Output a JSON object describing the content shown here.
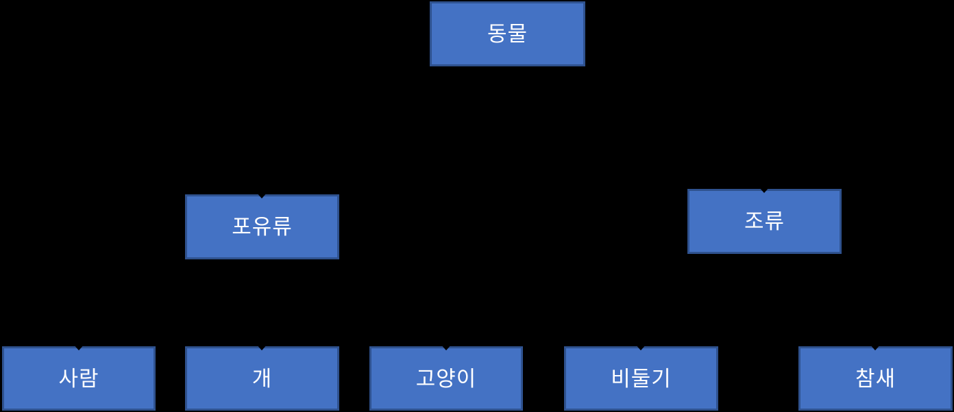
{
  "diagram": {
    "type": "hierarchy-tree",
    "background_color": "#000000",
    "colors": {
      "node_fill": "#4472C4",
      "node_border": "#2F528F",
      "node_text": "#FFFFFF",
      "connector": "#000000"
    },
    "nodes": [
      {
        "id": "animal",
        "label": "동물",
        "level": 1,
        "parent": null
      },
      {
        "id": "mammal",
        "label": "포유류",
        "level": 2,
        "parent": "animal"
      },
      {
        "id": "bird",
        "label": "조류",
        "level": 2,
        "parent": "animal"
      },
      {
        "id": "human",
        "label": "사람",
        "level": 3,
        "parent": "mammal"
      },
      {
        "id": "dog",
        "label": "개",
        "level": 3,
        "parent": "mammal"
      },
      {
        "id": "cat",
        "label": "고양이",
        "level": 3,
        "parent": "mammal"
      },
      {
        "id": "pigeon",
        "label": "비둘기",
        "level": 3,
        "parent": "bird"
      },
      {
        "id": "sparrow",
        "label": "참새",
        "level": 3,
        "parent": "bird"
      }
    ],
    "edges": [
      {
        "from": "animal",
        "to": "mammal"
      },
      {
        "from": "animal",
        "to": "bird"
      },
      {
        "from": "mammal",
        "to": "human"
      },
      {
        "from": "mammal",
        "to": "dog"
      },
      {
        "from": "mammal",
        "to": "cat"
      },
      {
        "from": "bird",
        "to": "pigeon"
      },
      {
        "from": "bird",
        "to": "sparrow"
      }
    ]
  }
}
